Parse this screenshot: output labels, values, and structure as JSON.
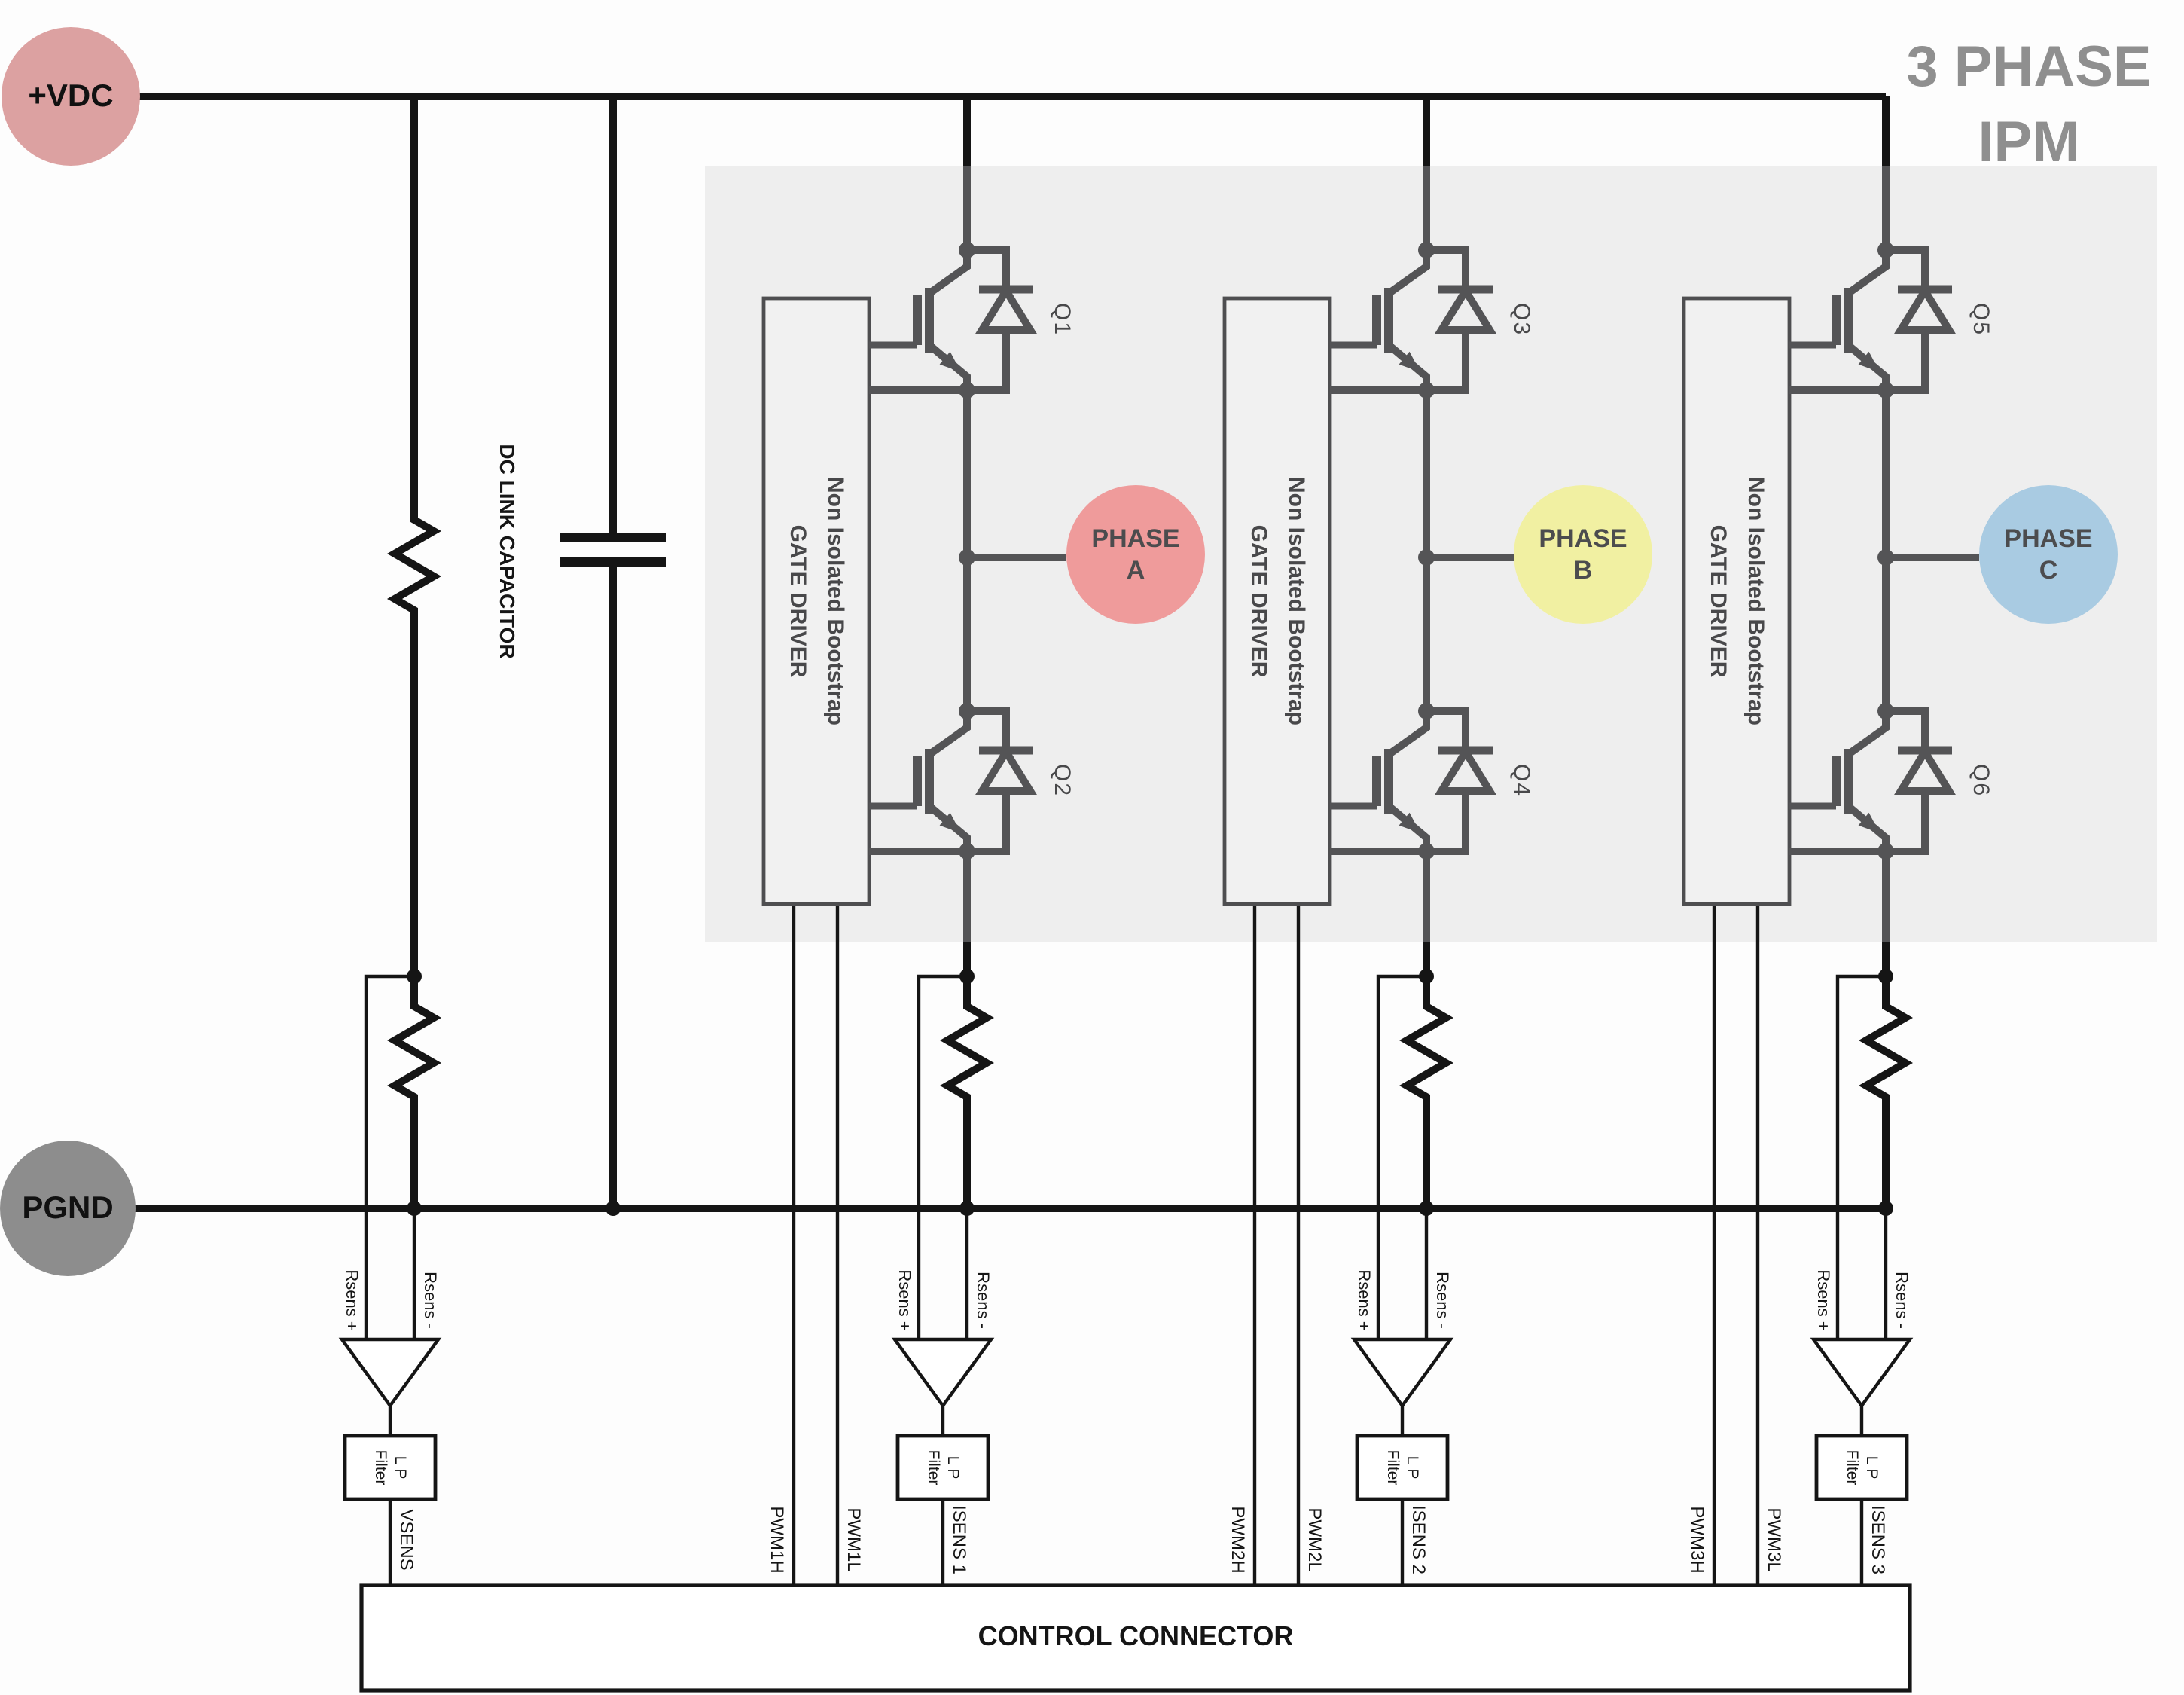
{
  "title": {
    "line1": "3 PHASE",
    "line2": "IPM"
  },
  "terminals": {
    "vdc": "+VDC",
    "pgnd": "PGND"
  },
  "phases": [
    {
      "line1": "PHASE",
      "line2": "A",
      "color": "#ef9b9b"
    },
    {
      "line1": "PHASE",
      "line2": "B",
      "color": "#f1f0a2"
    },
    {
      "line1": "PHASE",
      "line2": "C",
      "color": "#a9cbe2"
    }
  ],
  "labels": {
    "dc_link": "DC LINK CAPACITOR",
    "control_connector": "CONTROL CONNECTOR"
  },
  "gate_driver": {
    "line1": "Non Isolated Bootstrap",
    "line2": "GATE DRIVER"
  },
  "transistors": [
    "Q1",
    "Q2",
    "Q3",
    "Q4",
    "Q5",
    "Q6"
  ],
  "sense": {
    "plus": "Rsens +",
    "minus": "Rsens -",
    "lp_line1": "L P",
    "lp_line2": "Filter"
  },
  "signals": {
    "vsens": "VSENS",
    "pwm1h": "PWM1H",
    "pwm1l": "PWM1L",
    "isens1": "ISENS 1",
    "pwm2h": "PWM2H",
    "pwm2l": "PWM2L",
    "isens2": "ISENS 2",
    "pwm3h": "PWM3H",
    "pwm3l": "PWM3L",
    "isens3": "ISENS 3"
  },
  "colors": {
    "vdc_fill": "#dca1a1",
    "pgnd_fill": "#8d8d8d",
    "ipm_bg": "#eeeeee",
    "driver_fill": "#f1f1f1",
    "wire_black": "#151515",
    "wire_gray": "#545456",
    "title_gray": "#8f8f8f"
  }
}
